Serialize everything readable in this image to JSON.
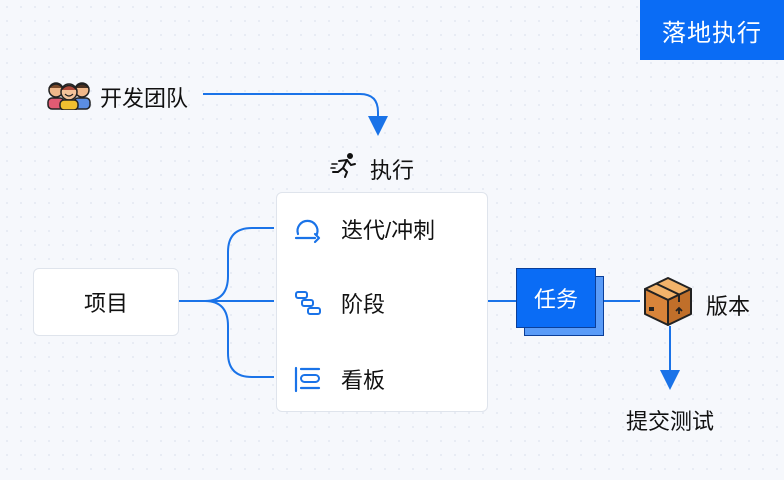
{
  "badge": "落地执行",
  "team": {
    "label": "开发团队",
    "icon": "team-people-icon"
  },
  "execute": {
    "label": "执行",
    "icon": "running-person-icon"
  },
  "project": {
    "label": "项目"
  },
  "exec_items": [
    {
      "label": "迭代/冲刺",
      "icon": "sprint-loop-icon"
    },
    {
      "label": "阶段",
      "icon": "stage-gantt-icon"
    },
    {
      "label": "看板",
      "icon": "kanban-board-icon"
    }
  ],
  "task": {
    "label": "任务"
  },
  "version": {
    "label": "版本",
    "icon": "package-box-icon"
  },
  "test": {
    "label": "提交测试"
  },
  "colors": {
    "accent": "#0a6cf5",
    "line": "#1a73e8",
    "border": "#dfe4ec"
  }
}
